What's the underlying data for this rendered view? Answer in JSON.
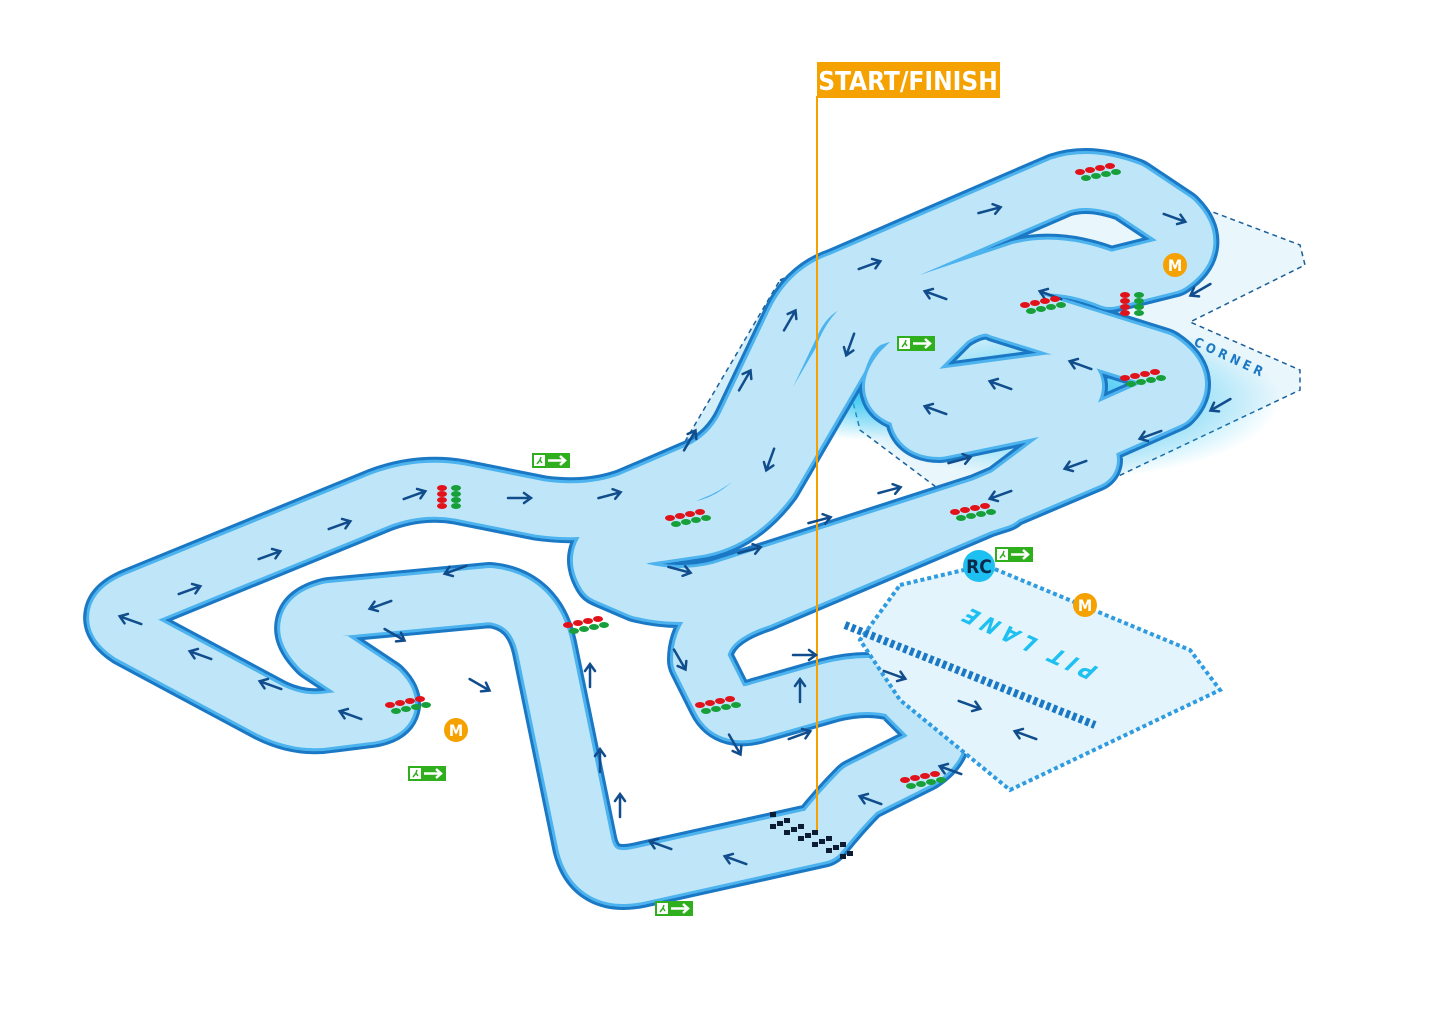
{
  "title": "START/FINISH",
  "zones": {
    "corner": "CORNER",
    "pit_lane": "PIT LANE"
  },
  "markers": {
    "race_control": "RC",
    "marshal": "M"
  },
  "icons": {
    "exit": "emergency-exit-icon",
    "lights": "start-lights-icon",
    "direction": "arrow-icon"
  },
  "colors": {
    "track": "#bfe6f8",
    "track_border": "#1a78c4",
    "tyre": "#2f9be0",
    "highlight": "#1ec0f2",
    "start_finish": "#f5a100",
    "marshal": "#f5a100",
    "race_control": "#1ec0f2",
    "exit": "#2fae1e",
    "light_red": "#e2121b",
    "light_green": "#17a03a",
    "arrow": "#114d8c"
  }
}
